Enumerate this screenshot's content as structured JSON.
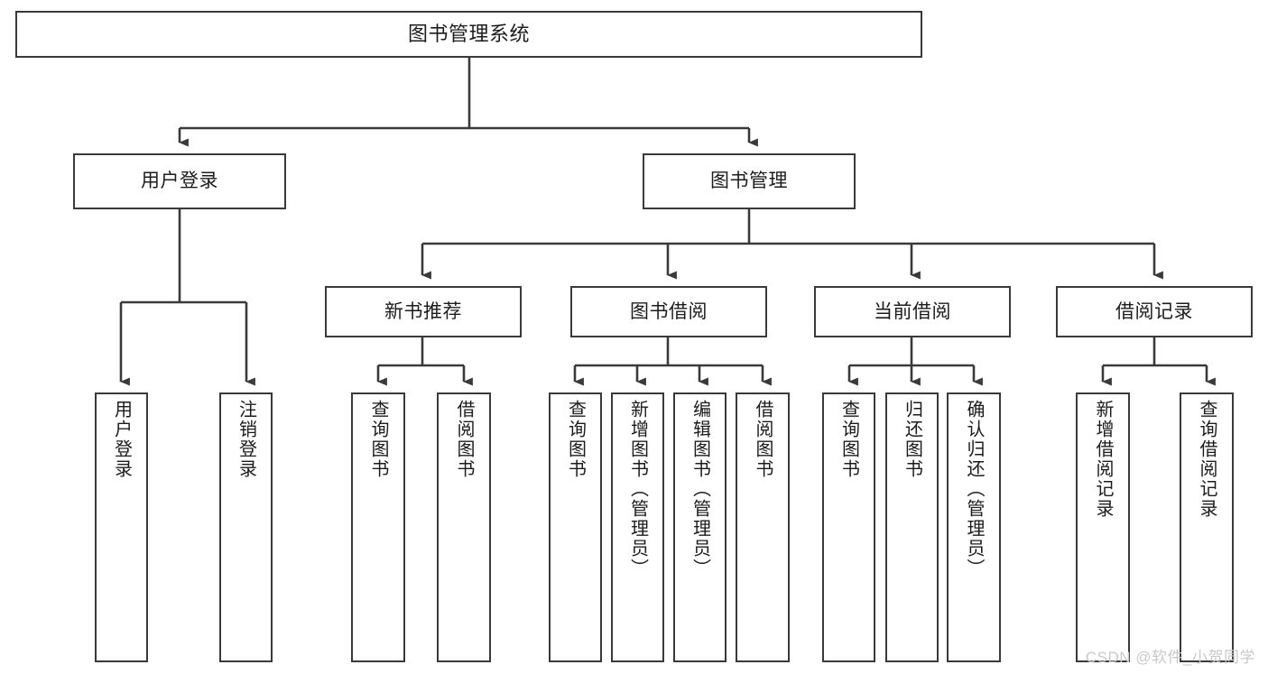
{
  "diagram": {
    "title": "图书管理系统",
    "type": "tree-hierarchy-diagram",
    "watermark": "CSDN @软件_小贺同学",
    "colors": {
      "box_border": "#3a3a3a",
      "box_fill": "#ffffff",
      "edge": "#3a3a3a",
      "text": "#1c1c1c",
      "watermark": "#c9c9c9",
      "background": "#ffffff"
    },
    "levels": {
      "root": {
        "label": "图书管理系统"
      },
      "level2": [
        {
          "id": "user-login",
          "label": "用户登录"
        },
        {
          "id": "book-management",
          "label": "图书管理"
        }
      ],
      "level3": [
        {
          "id": "new-book-recommend",
          "label": "新书推荐",
          "parent": "book-management"
        },
        {
          "id": "book-borrow",
          "label": "图书借阅",
          "parent": "book-management"
        },
        {
          "id": "current-borrow",
          "label": "当前借阅",
          "parent": "book-management"
        },
        {
          "id": "borrow-record",
          "label": "借阅记录",
          "parent": "book-management"
        }
      ],
      "leaves": {
        "user_login": [
          {
            "id": "leaf-user-login",
            "label": "用户登录"
          },
          {
            "id": "leaf-logout",
            "label": "注销登录"
          }
        ],
        "new_book_recommend": [
          {
            "id": "leaf-query-book-1",
            "label": "查询图书"
          },
          {
            "id": "leaf-borrow-book-1",
            "label": "借阅图书"
          }
        ],
        "book_borrow": [
          {
            "id": "leaf-query-book-2",
            "label": "查询图书"
          },
          {
            "id": "leaf-add-book",
            "label": "新增图书（管理员）"
          },
          {
            "id": "leaf-edit-book",
            "label": "编辑图书（管理员）"
          },
          {
            "id": "leaf-borrow-book-2",
            "label": "借阅图书"
          }
        ],
        "current_borrow": [
          {
            "id": "leaf-query-book-3",
            "label": "查询图书"
          },
          {
            "id": "leaf-return-book",
            "label": "归还图书"
          },
          {
            "id": "leaf-confirm-return",
            "label": "确认归还（管理员）"
          }
        ],
        "borrow_record": [
          {
            "id": "leaf-add-record",
            "label": "新增借阅记录"
          },
          {
            "id": "leaf-query-record",
            "label": "查询借阅记录"
          }
        ]
      }
    }
  }
}
